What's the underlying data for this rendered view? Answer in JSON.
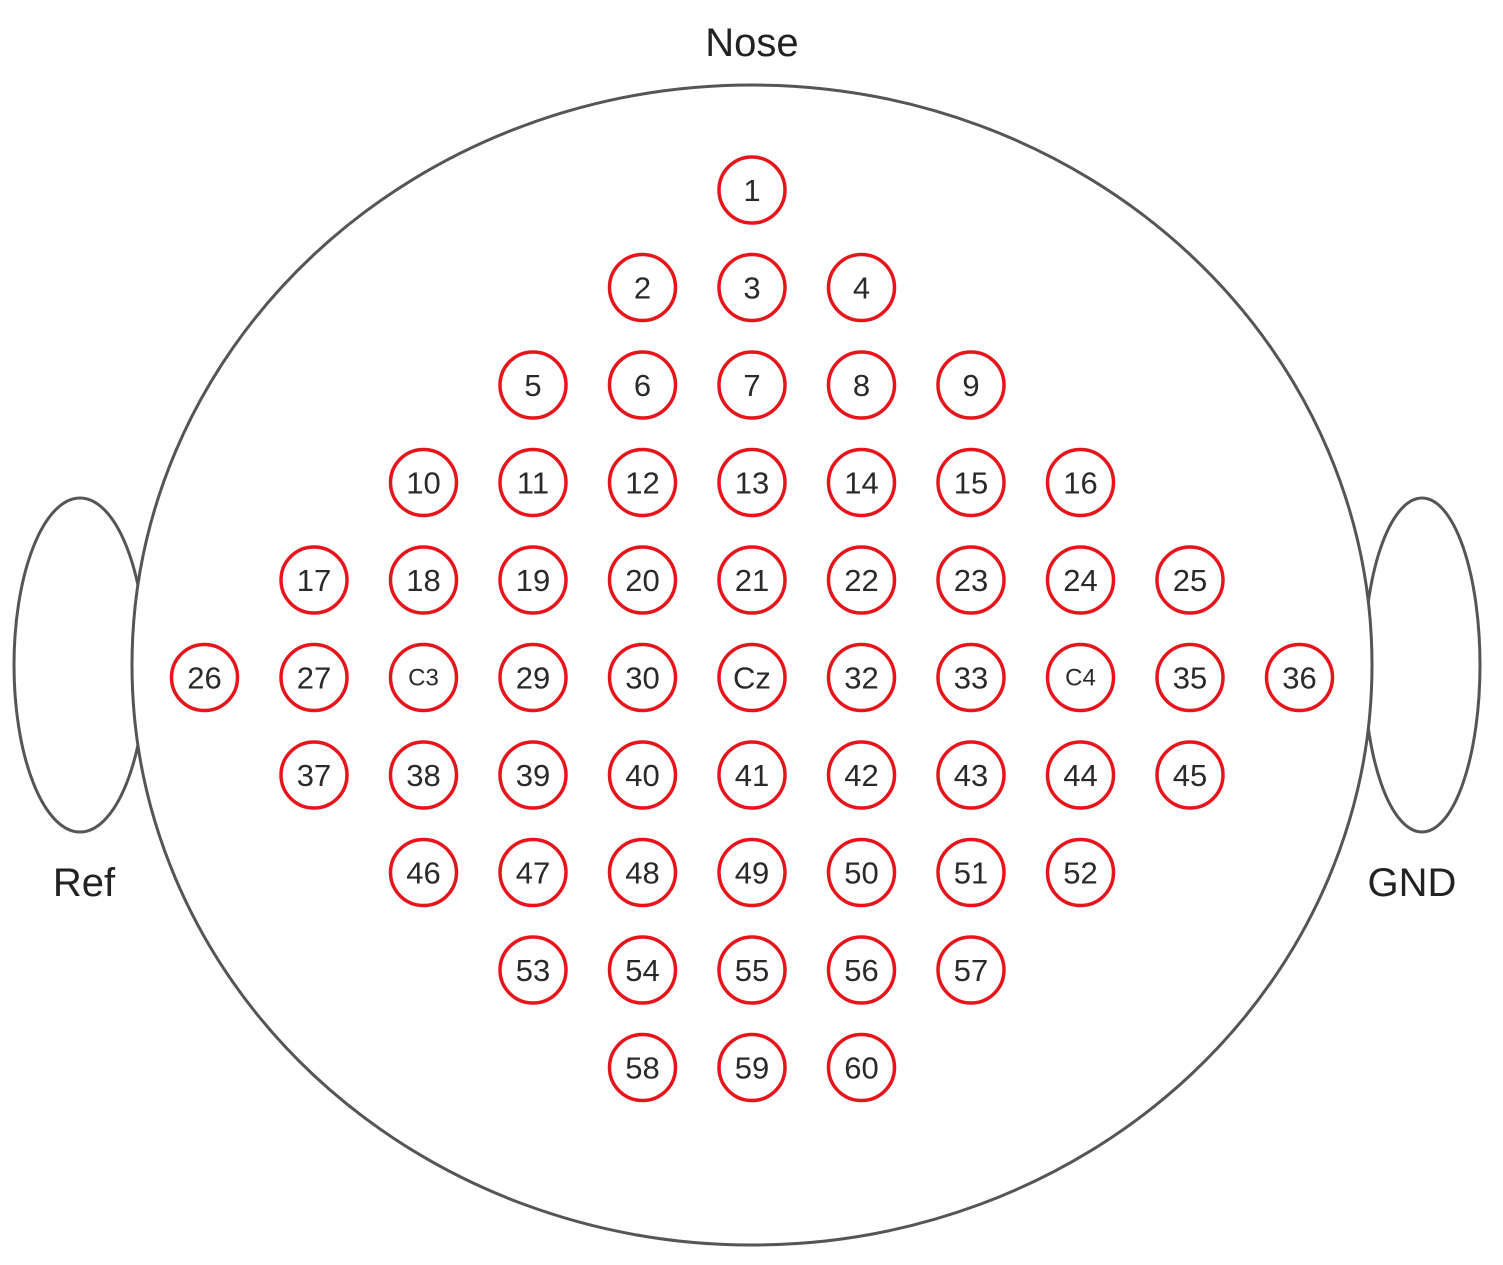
{
  "labels": {
    "nose": "Nose",
    "ref": "Ref",
    "gnd": "GND"
  },
  "colors": {
    "ring": "#e8141b",
    "outline": "#555555",
    "text": "#2a2a2a"
  },
  "electrode_rows": [
    [
      "1"
    ],
    [
      "2",
      "3",
      "4"
    ],
    [
      "5",
      "6",
      "7",
      "8",
      "9"
    ],
    [
      "10",
      "11",
      "12",
      "13",
      "14",
      "15",
      "16"
    ],
    [
      "17",
      "18",
      "19",
      "20",
      "21",
      "22",
      "23",
      "24",
      "25"
    ],
    [
      "26",
      "27",
      "C3",
      "29",
      "30",
      "Cz",
      "32",
      "33",
      "C4",
      "35",
      "36"
    ],
    [
      "37",
      "38",
      "39",
      "40",
      "41",
      "42",
      "43",
      "44",
      "45"
    ],
    [
      "46",
      "47",
      "48",
      "49",
      "50",
      "51",
      "52"
    ],
    [
      "53",
      "54",
      "55",
      "56",
      "57"
    ],
    [
      "58",
      "59",
      "60"
    ]
  ]
}
